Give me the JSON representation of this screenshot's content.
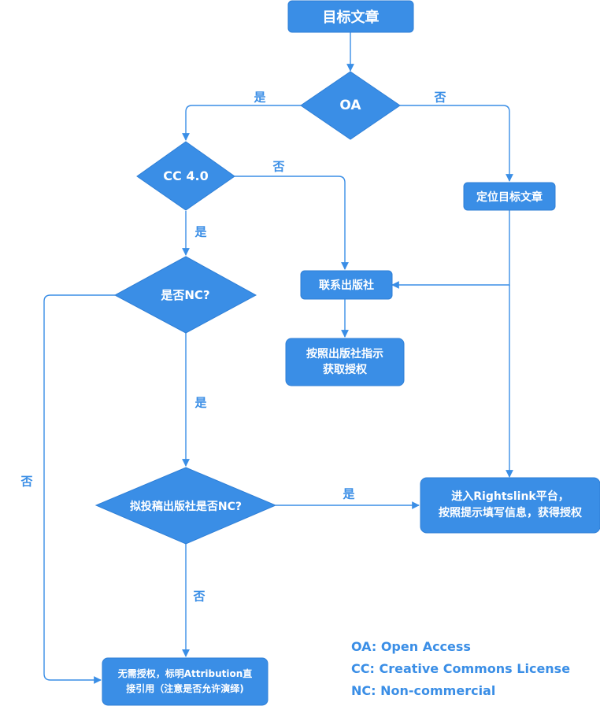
{
  "nodes": {
    "target_article": "目标文章",
    "oa": "OA",
    "cc40": "CC 4.0",
    "locate_article": "定位目标文章",
    "is_nc": "是否NC?",
    "contact_publisher": "联系出版社",
    "follow_publisher": "按照出版社指示\n获取授权",
    "target_publisher_nc": "拟投稿出版社是否NC?",
    "rightslink": "进入Rightslink平台，\n按照提示填写信息，获得授权",
    "no_auth": "无需授权，标明Attribution直\n接引用（注意是否允许演绎)"
  },
  "edge_labels": {
    "oa_yes": "是",
    "oa_no": "否",
    "cc_no": "否",
    "cc_yes": "是",
    "nc_yes": "是",
    "nc_no": "否",
    "pub_yes": "是",
    "pub_no": "否"
  },
  "legend": {
    "oa": "OA: Open Access",
    "cc": "CC: Creative Commons License",
    "nc": "NC: Non-commercial"
  },
  "colors": {
    "fill": "#3a8ee6",
    "stroke": "#2f7fd6",
    "text": "#ffffff",
    "label": "#3a8ee6"
  }
}
